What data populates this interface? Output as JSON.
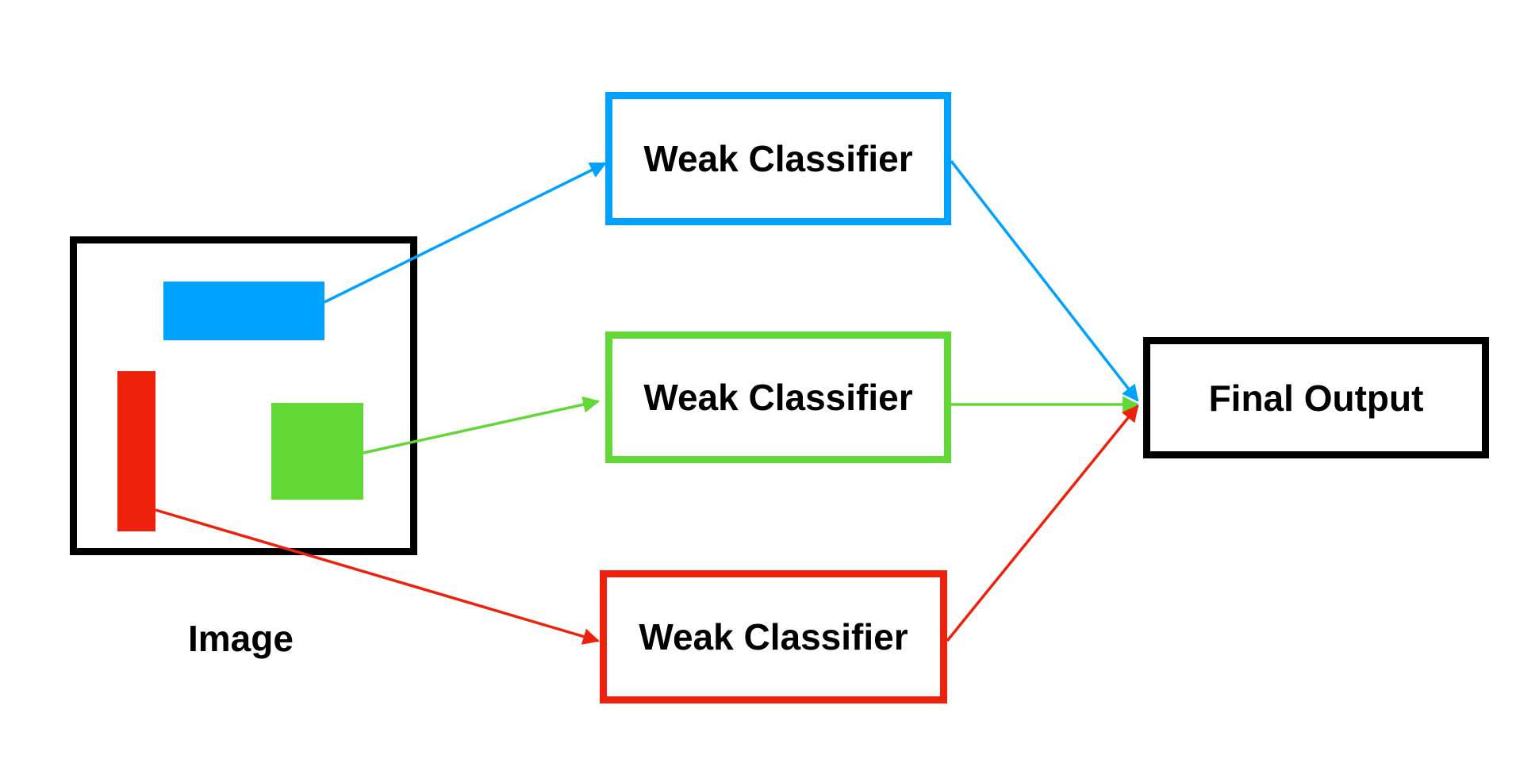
{
  "image_caption": "Image",
  "classifiers": [
    {
      "label": "Weak Classifier",
      "color": "#00A2FF"
    },
    {
      "label": "Weak Classifier",
      "color": "#61D836"
    },
    {
      "label": "Weak Classifier",
      "color": "#EE220C"
    }
  ],
  "final_output": {
    "label": "Final Output",
    "color": "#000000"
  },
  "patch_colors": {
    "blue": "#00A2FF",
    "green": "#61D836",
    "red": "#EE220C"
  }
}
